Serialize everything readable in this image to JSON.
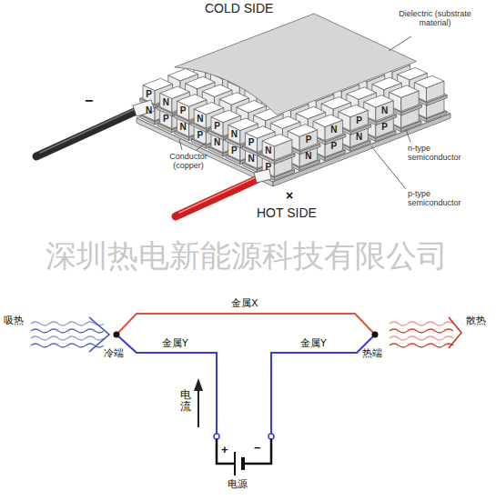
{
  "diagram": {
    "labels": [
      "COLD SIDE",
      "Dielectric (substrate material)",
      "−",
      "Conductor (copper)",
      "n-type semiconductor",
      "×",
      "p-type semiconductor",
      "HOT SIDE",
      "深圳热电新能源科技有限公司",
      "吸热",
      "金属X",
      "冷端",
      "金属Y",
      "金属Y",
      "热端",
      "散热",
      "电流",
      "+",
      "−",
      "电源",
      "P",
      "N",
      "P",
      "N",
      "P",
      "N",
      "P",
      "N",
      "P",
      "N",
      "P",
      "N",
      "N",
      "P",
      "N",
      "P",
      "N",
      "P",
      "N",
      "P",
      "N",
      "P",
      "N",
      "P"
    ]
  }
}
